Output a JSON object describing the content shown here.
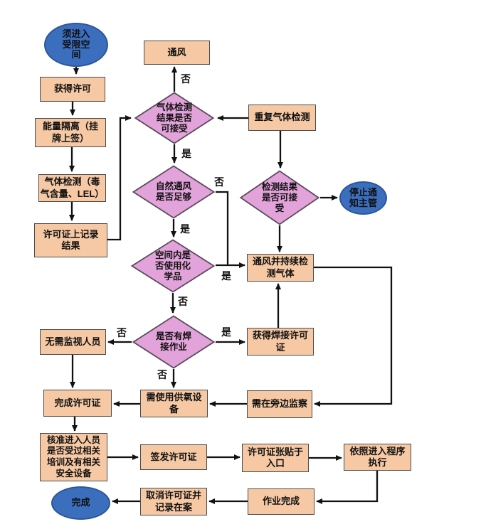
{
  "colors": {
    "process_fill": "#F6C9A4",
    "process_border": "#4a4a4a",
    "decision_fill": "#E2A2DA",
    "decision_border": "#5a4a5a",
    "terminal_fill": "#3C6EBE",
    "terminal_border": "#2d5699",
    "arrow": "#111111",
    "text": "#111111"
  },
  "edge_labels": {
    "yes": "是",
    "no": "否"
  },
  "nodes": {
    "start": {
      "type": "terminal",
      "label": "须进入\n受限空\n间"
    },
    "obtain_permit": {
      "type": "process",
      "label": "获得许可"
    },
    "energy_isolation": {
      "type": "process",
      "label": "能量隔离（挂\n牌上签）"
    },
    "gas_detection": {
      "type": "process",
      "label": "气体检测（毒\n气含量、LEL）"
    },
    "record_results": {
      "type": "process",
      "label": "许可证上记录\n结果"
    },
    "ventilation": {
      "type": "process",
      "label": "通风"
    },
    "d_gas_acceptable": {
      "type": "decision",
      "label": "气体检测\n结果是否\n可接受"
    },
    "repeat_gas_detection": {
      "type": "process",
      "label": "重复气体检测"
    },
    "d_result_acceptable": {
      "type": "decision",
      "label": "检测结果\n是否可接\n受"
    },
    "stop_notify": {
      "type": "terminal",
      "label": "停止通\n知主管"
    },
    "d_natural_vent": {
      "type": "decision",
      "label": "自然通风\n是否足够"
    },
    "d_chemicals": {
      "type": "decision",
      "label": "空间内是\n否使用化\n学品"
    },
    "vent_continuous": {
      "type": "process",
      "label": "通风并持续检\n测气体"
    },
    "d_welding": {
      "type": "decision",
      "label": "是否有焊\n接作业"
    },
    "welding_permit": {
      "type": "process",
      "label": "获得焊接许可\n证"
    },
    "no_attendant": {
      "type": "process",
      "label": "无需监视人员"
    },
    "oxygen_equipment": {
      "type": "process",
      "label": "需使用供氧设\n备"
    },
    "standby_monitor": {
      "type": "process",
      "label": "需在旁边监察"
    },
    "complete_permit": {
      "type": "process",
      "label": "完成许可证"
    },
    "verify_training": {
      "type": "process",
      "label": "核准进入人员\n是否受过相关\n培训及有相关\n安全设备"
    },
    "issue_permit": {
      "type": "process",
      "label": "签发许可证"
    },
    "permit_posted": {
      "type": "process",
      "label": "许可证张贴于\n入口"
    },
    "follow_procedure": {
      "type": "process",
      "label": "依照进入程序\n执行"
    },
    "cancel_permit": {
      "type": "process",
      "label": "取消许可证并\n记录在案"
    },
    "work_complete": {
      "type": "process",
      "label": "作业完成"
    },
    "done": {
      "type": "terminal",
      "label": "完成"
    }
  }
}
